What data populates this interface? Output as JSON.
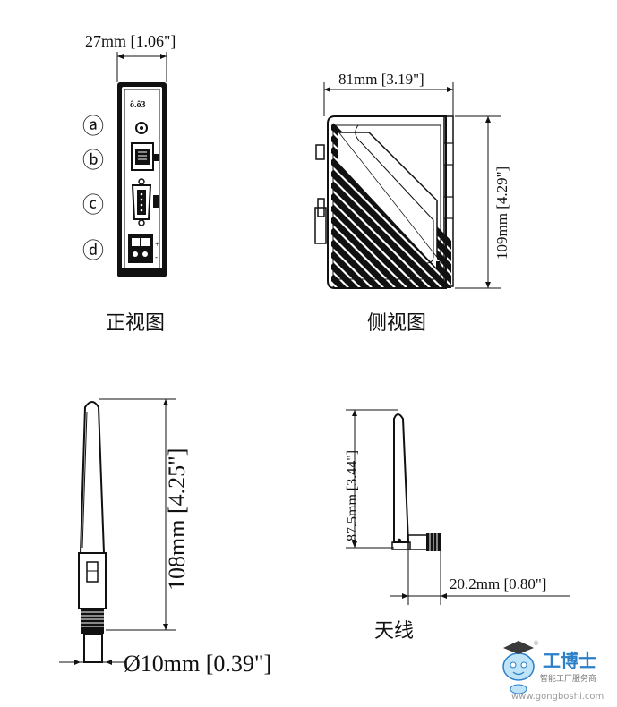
{
  "front_view": {
    "width_dim": "27mm [1.06\"]",
    "callouts": [
      "ⓐ",
      "ⓑ",
      "ⓒ",
      "ⓓ"
    ],
    "caption": "正视图"
  },
  "side_view": {
    "width_dim": "81mm [3.19\"]",
    "height_dim": "109mm [4.29\"]",
    "caption": "侧视图"
  },
  "antenna_straight": {
    "height_dim": "108mm [4.25\"]",
    "diameter_dim": "Ø10mm [0.39\"]"
  },
  "antenna_bent": {
    "height_dim": "87.5mm [3.44\"]",
    "offset_dim": "20.2mm [0.80\"]",
    "caption": "天线"
  },
  "watermark": {
    "brand": "工博士",
    "tagline": "智能工厂服务商",
    "url": "www.gongboshi.com",
    "registered": "®"
  },
  "colors": {
    "line": "#111111",
    "watermark_blue": "#2a7fc9",
    "watermark_gray": "#9a9a9a"
  }
}
